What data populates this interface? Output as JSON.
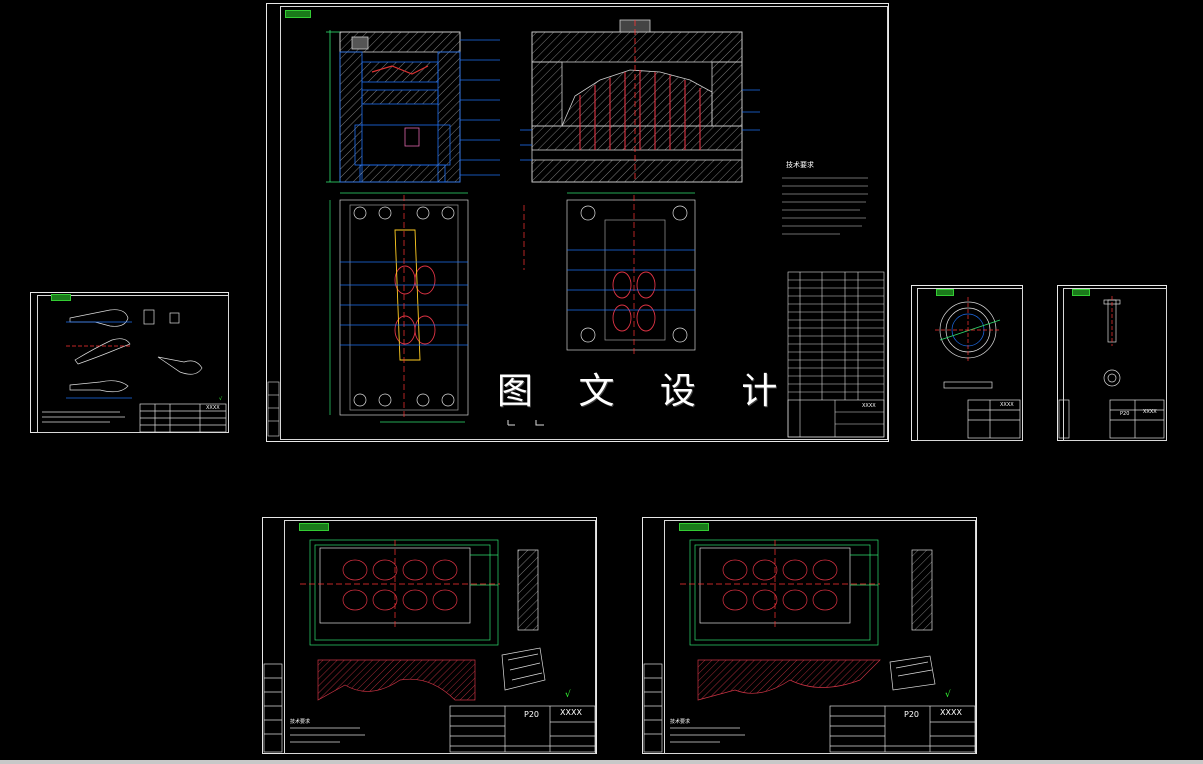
{
  "watermark": "图 文 设 计",
  "colors": {
    "background": "#000000",
    "frame": "#e8e8e8",
    "geometry": "#1e6ff0",
    "centerline": "#ff3333",
    "dimension": "#30e070",
    "hatch": "#cc3344",
    "text": "#ffffff"
  },
  "main_sheet": {
    "tech_heading": "技术要求",
    "title_mark": "XXXX"
  },
  "product_sheet": {
    "title_mark": "XXXX"
  },
  "ring_sheet": {
    "title_mark": "XXXX"
  },
  "pin_sheet": {
    "title_mark": "XXXX",
    "part_code": "P20"
  },
  "plate_sheet_left": {
    "part_code": "P20",
    "title_mark": "XXXX",
    "heading": "技术要求"
  },
  "plate_sheet_right": {
    "part_code": "P20",
    "title_mark": "XXXX",
    "heading": "技术要求"
  },
  "roughness_mark": "√"
}
